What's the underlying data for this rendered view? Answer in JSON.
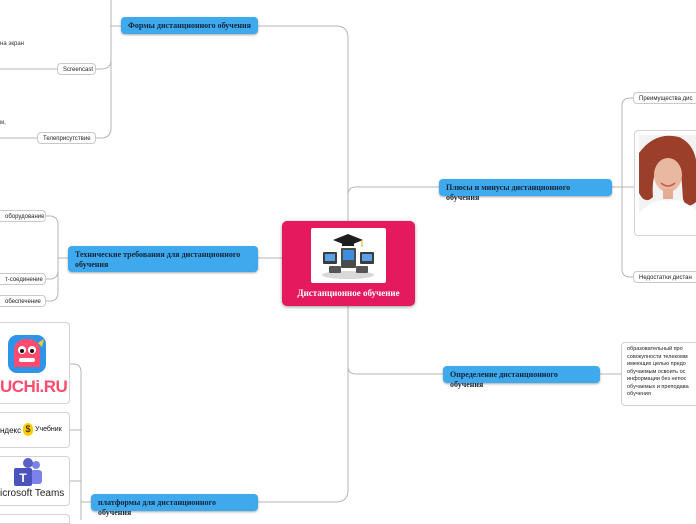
{
  "central": {
    "title": "Дистанционное обучение",
    "icon": "graduation-computers-icon",
    "color": "#e5195e"
  },
  "branches": {
    "forms": "Формы дистанционного обучения",
    "pros_cons": "Плюсы и минусы дистанционного обучения",
    "tech": "Технические требования для дистанционного обучения",
    "definition": "Определение дистанционного обучения",
    "platforms": "платформы для дистанционного обучения",
    "color": "#3ea9ec"
  },
  "forms_children": {
    "screencast": "Screencast",
    "telepresence": "Телеприсутствие",
    "frag_screen": "на экран",
    "frag_comma": "м,"
  },
  "pros_children": {
    "advantages": "Преимущества дис",
    "disadvantages": "Недостатки дистан"
  },
  "tech_children": {
    "equipment": "оборудование",
    "connection": "т-соединение",
    "software": "обеспечение"
  },
  "definition_text": "образовательный про совокупности телекомм имеющих целью предо обучаемым освоить ос информации без непос обучаемых и преподава обучения",
  "platforms_items": [
    {
      "name": "uchi-ru-logo",
      "label": "UCHi.RU"
    },
    {
      "name": "yandex-uchebnik-logo",
      "label_a": "ндекс",
      "label_b": "Учебник"
    },
    {
      "name": "microsoft-teams-logo",
      "label": "icrosoft Teams"
    }
  ]
}
